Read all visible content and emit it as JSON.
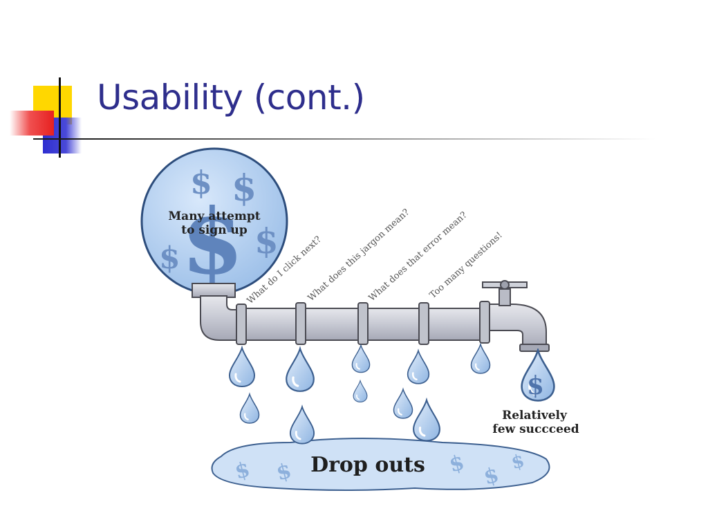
{
  "slide": {
    "title": "Usability (cont.)",
    "accent_colors": {
      "title_blue": "#2e2e8c",
      "square_yellow": "#ffd700",
      "square_red": "#e62020",
      "square_blue": "#2e2ed0"
    }
  },
  "illustration": {
    "bubble_label_line1": "Many attempt",
    "bubble_label_line2": "to sign up",
    "questions": [
      "What do I click next?",
      "What does this jargon mean?",
      "What does that error mean?",
      "Too many questions!"
    ],
    "success_label_line1": "Relatively",
    "success_label_line2": "few succceed",
    "puddle_label": "Drop outs",
    "currency_symbol": "$"
  }
}
